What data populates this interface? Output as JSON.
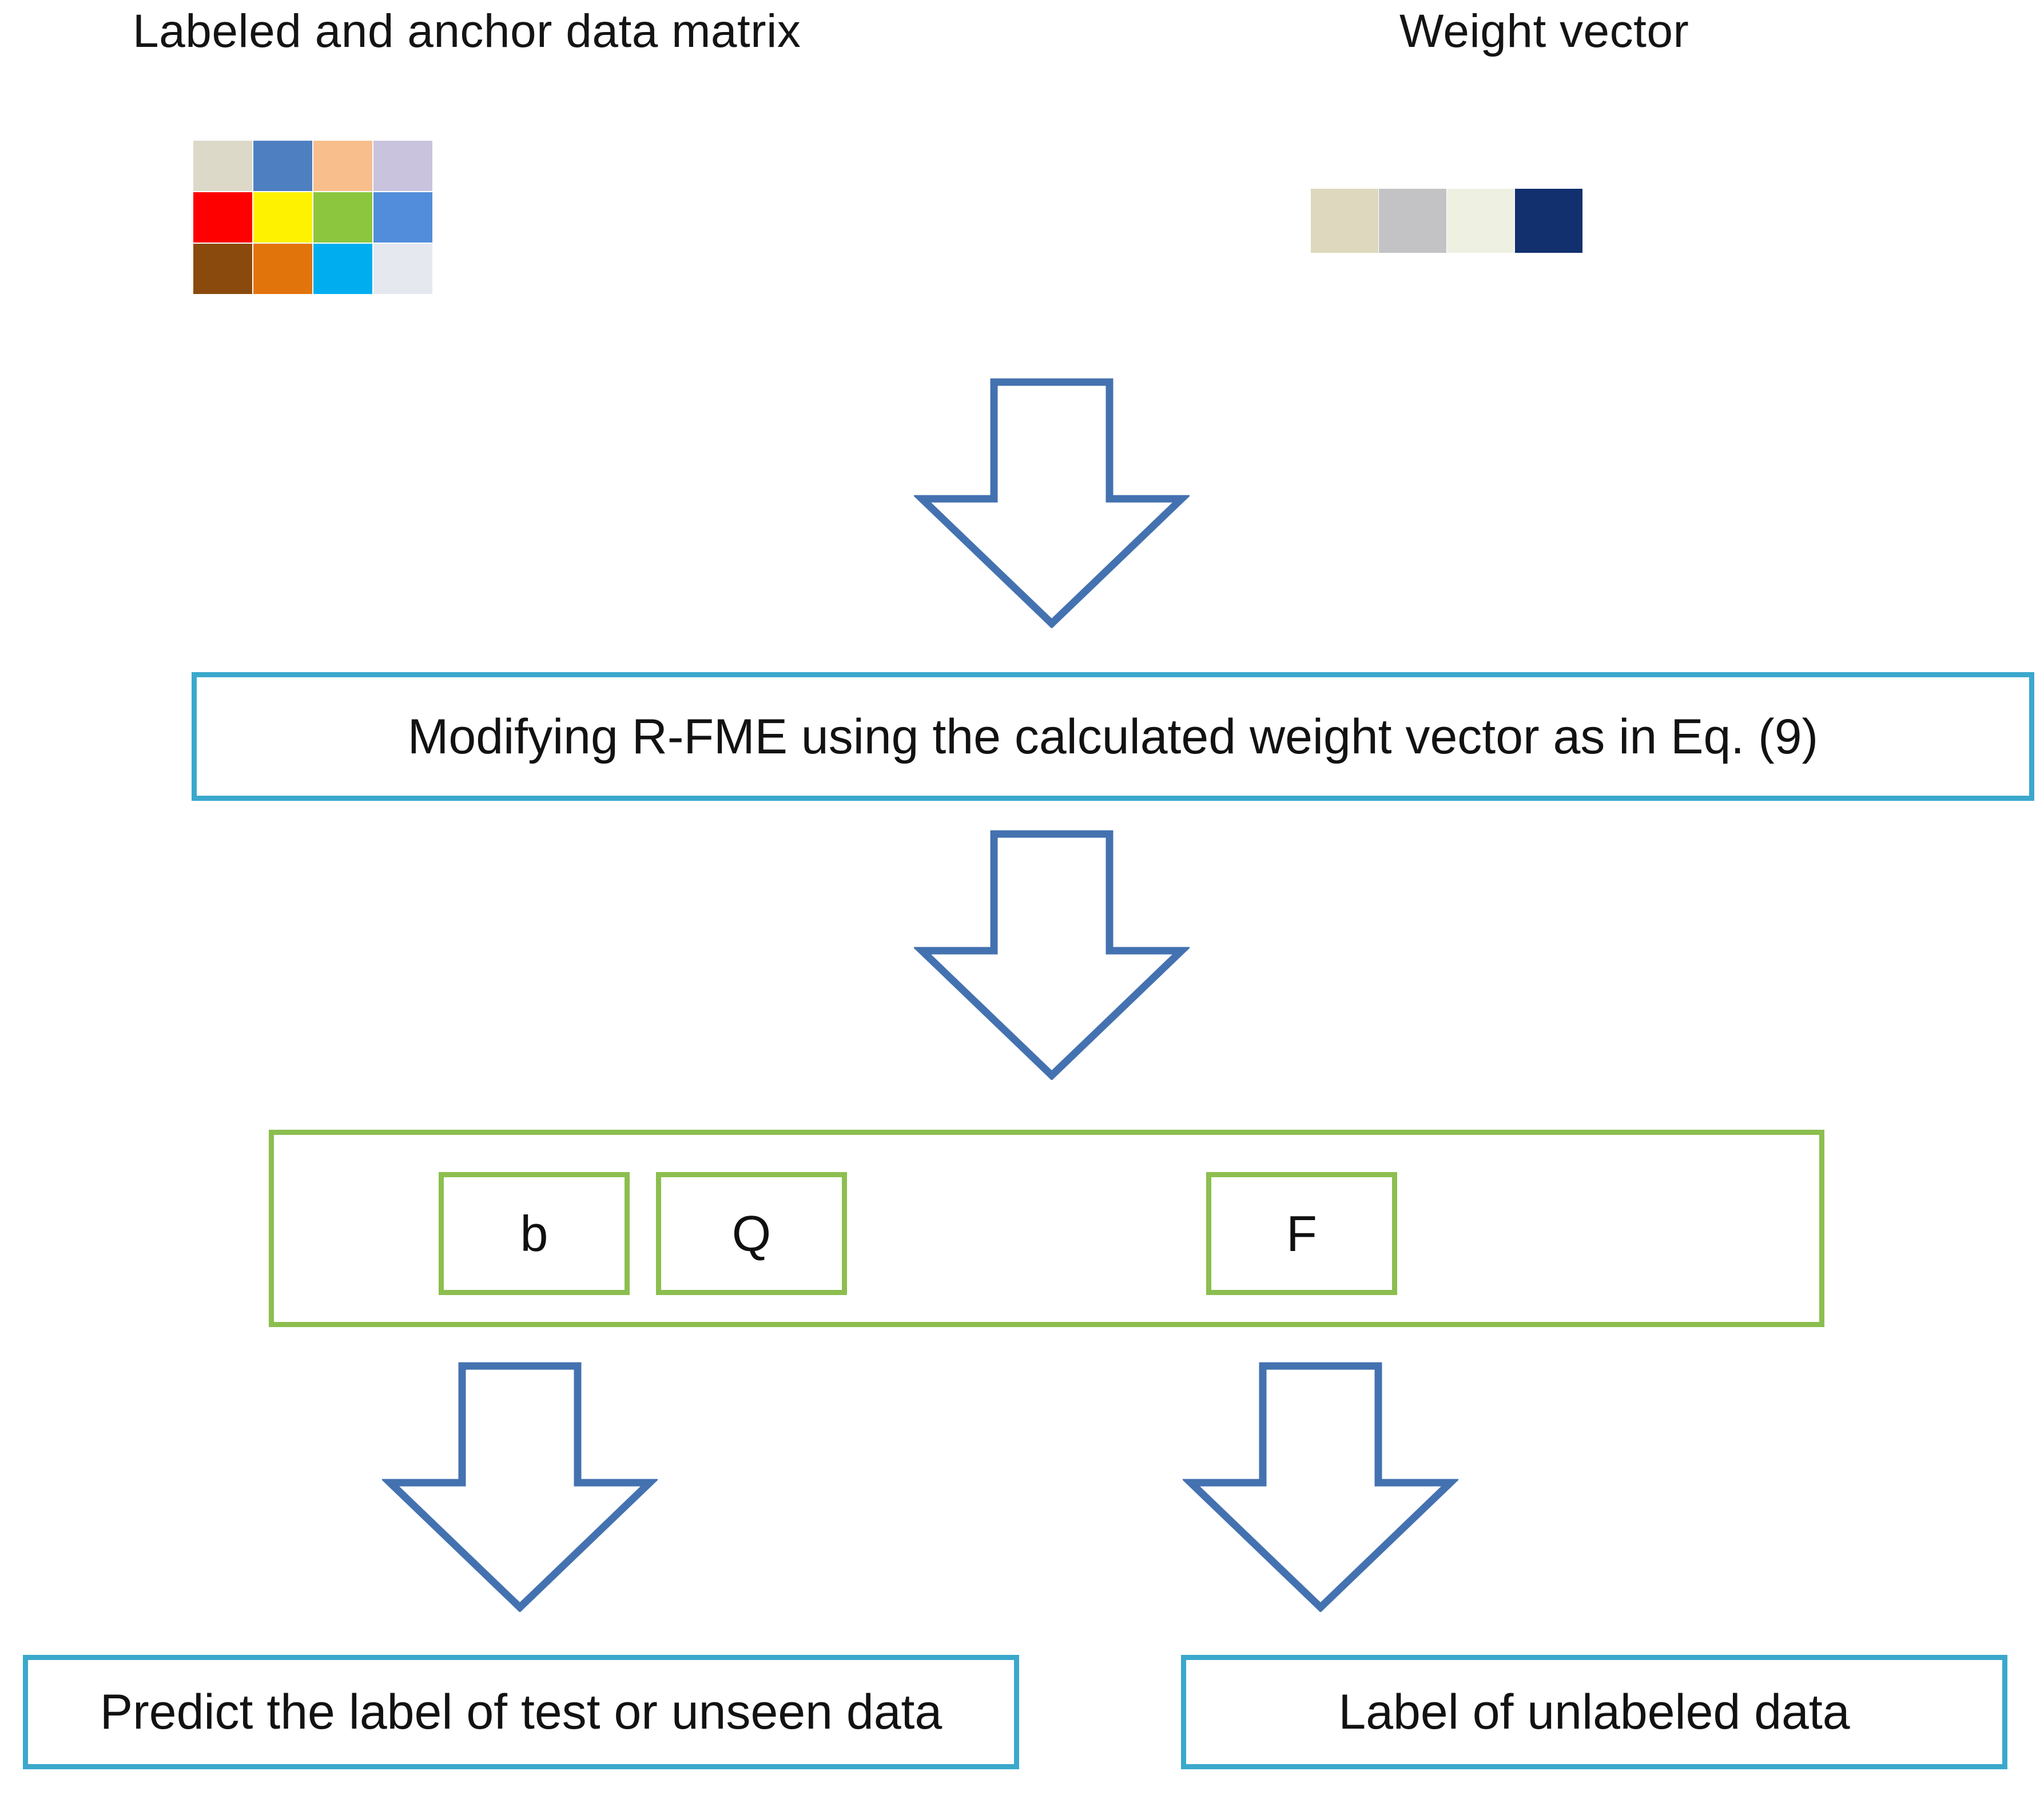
{
  "diagram": {
    "title_hidden": "",
    "captions": {
      "matrix": "Labeled and anchor data matrix",
      "weight": "Weight vector"
    },
    "data_matrix": {
      "rows": 3,
      "cols": 4,
      "cells": [
        [
          {
            "name": "cell-r1c1",
            "color": "#DDD9C8"
          },
          {
            "name": "cell-r1c2",
            "color": "#4E7FC1"
          },
          {
            "name": "cell-r1c3",
            "color": "#F8BE8C"
          },
          {
            "name": "cell-r1c4",
            "color": "#C9C3DE"
          }
        ],
        [
          {
            "name": "cell-r2c1",
            "color": "#FE0000"
          },
          {
            "name": "cell-r2c2",
            "color": "#FFF200"
          },
          {
            "name": "cell-r2c3",
            "color": "#8CC63E"
          },
          {
            "name": "cell-r2c4",
            "color": "#528DDB"
          }
        ],
        [
          {
            "name": "cell-r3c1",
            "color": "#8A4A0D"
          },
          {
            "name": "cell-r3c2",
            "color": "#E2740C"
          },
          {
            "name": "cell-r3c3",
            "color": "#00AEEF"
          },
          {
            "name": "cell-r3c4",
            "color": "#E5E9EF"
          }
        ]
      ]
    },
    "weight_vector": {
      "cells": [
        {
          "name": "weight-cell-1",
          "color": "#DDD8BE"
        },
        {
          "name": "weight-cell-2",
          "color": "#C3C3C6"
        },
        {
          "name": "weight-cell-3",
          "color": "#EEF0E2"
        },
        {
          "name": "weight-cell-4",
          "color": "#12306E"
        }
      ]
    },
    "boxes": {
      "modify": "Modifying R-FME using the calculated weight vector as in Eq. (9)",
      "predict": "Predict the label of test or unseen data",
      "unlabeled": "Label of unlabeled data"
    },
    "outputs": {
      "b": "b",
      "q": "Q",
      "f": "F"
    },
    "arrows": {
      "top": "down-arrow-icon",
      "middle": "down-arrow-icon",
      "left": "down-arrow-icon",
      "right": "down-arrow-icon"
    },
    "colors": {
      "arrow_stroke": "#4472B0",
      "cyan_border": "#3BA8CC",
      "green_border": "#8CBE4F",
      "text": "#121212",
      "background": "#FFFFFF"
    }
  }
}
